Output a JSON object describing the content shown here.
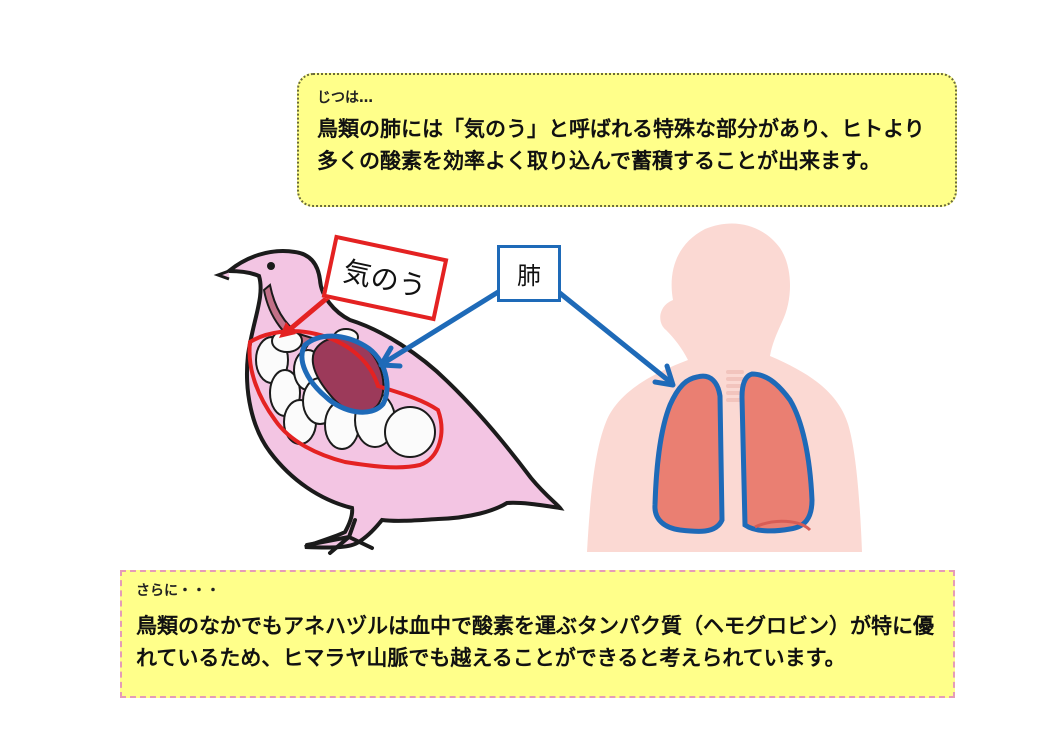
{
  "top_callout": {
    "intro": "じつは…",
    "body": "鳥類の肺には「気のう」と呼ばれる特殊な部分があり、ヒトより多くの酸素を効率よく取り込んで蓄積することが出来ます。"
  },
  "labels": {
    "air_sac": "気のう",
    "lung": "肺"
  },
  "bottom_callout": {
    "intro": "さらに・・・",
    "body": "鳥類のなかでもアネハヅルは血中で酸素を運ぶタンパク質（ヘモグロビン）が特に優れているため、ヒマラヤ山脈でも越えることができると考えられています。"
  },
  "colors": {
    "callout_fill": "#ffff8a",
    "air_sac_outline": "#e42222",
    "lung_outline": "#1e6ab8",
    "bird_body": "#f3c5e3",
    "human_body": "#fbd9d3",
    "lung_fill": "#ea7f72"
  }
}
